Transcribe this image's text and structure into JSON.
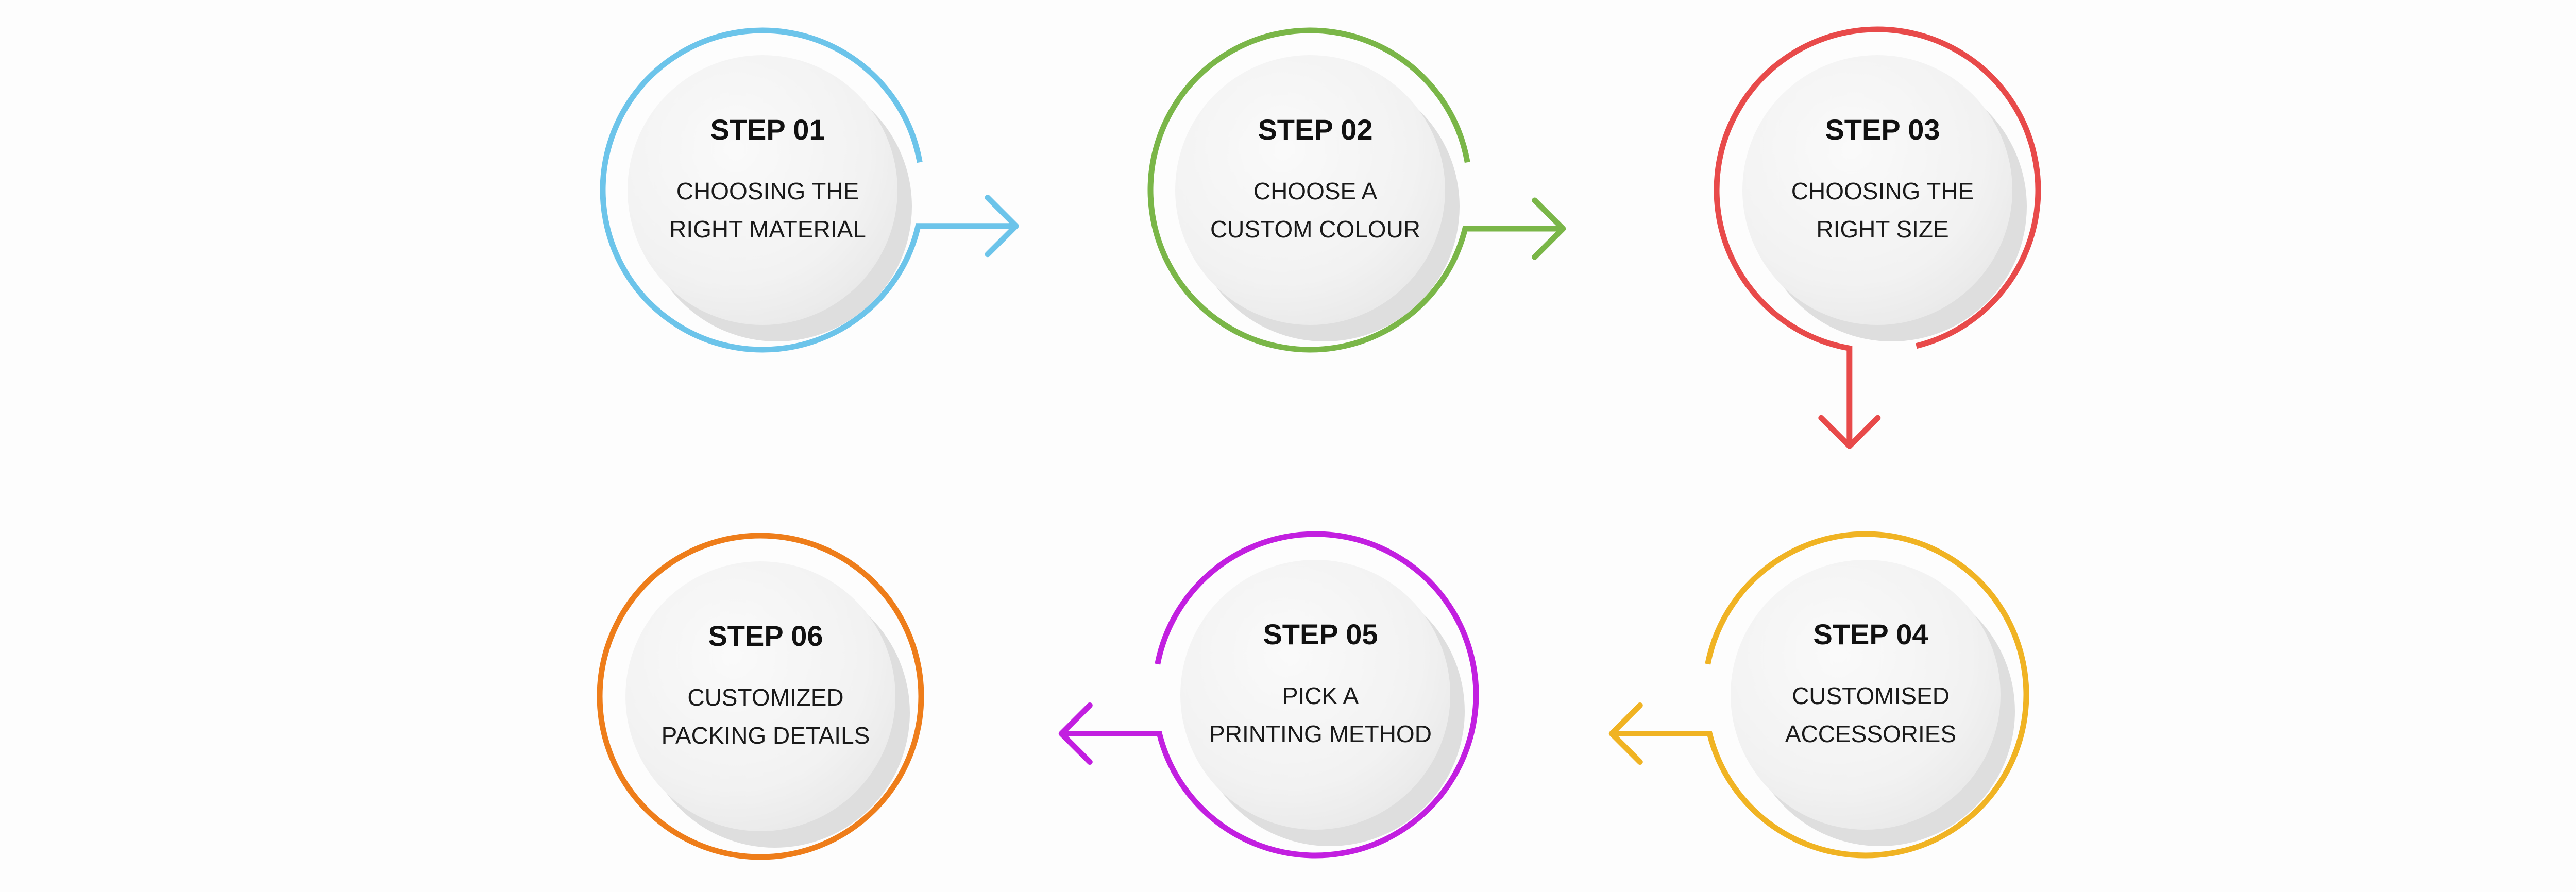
{
  "steps": [
    {
      "label": "STEP  01",
      "lines": [
        "CHOOSING THE",
        "RIGHT MATERIAL"
      ],
      "color": "#6cc4ea"
    },
    {
      "label": "STEP  02",
      "lines": [
        "CHOOSE A",
        "CUSTOM COLOUR"
      ],
      "color": "#7ab648"
    },
    {
      "label": "STEP  03",
      "lines": [
        "CHOOSING THE",
        "RIGHT SIZE"
      ],
      "color": "#e84a4a"
    },
    {
      "label": "STEP  04",
      "lines": [
        "CUSTOMISED",
        "ACCESSORIES"
      ],
      "color": "#f0b323"
    },
    {
      "label": "STEP  05",
      "lines": [
        "PICK A",
        "PRINTING METHOD"
      ],
      "color": "#c21fe0"
    },
    {
      "label": "STEP  06",
      "lines": [
        "CUSTOMIZED",
        "PACKING DETAILS"
      ],
      "color": "#ee7d1a"
    }
  ]
}
